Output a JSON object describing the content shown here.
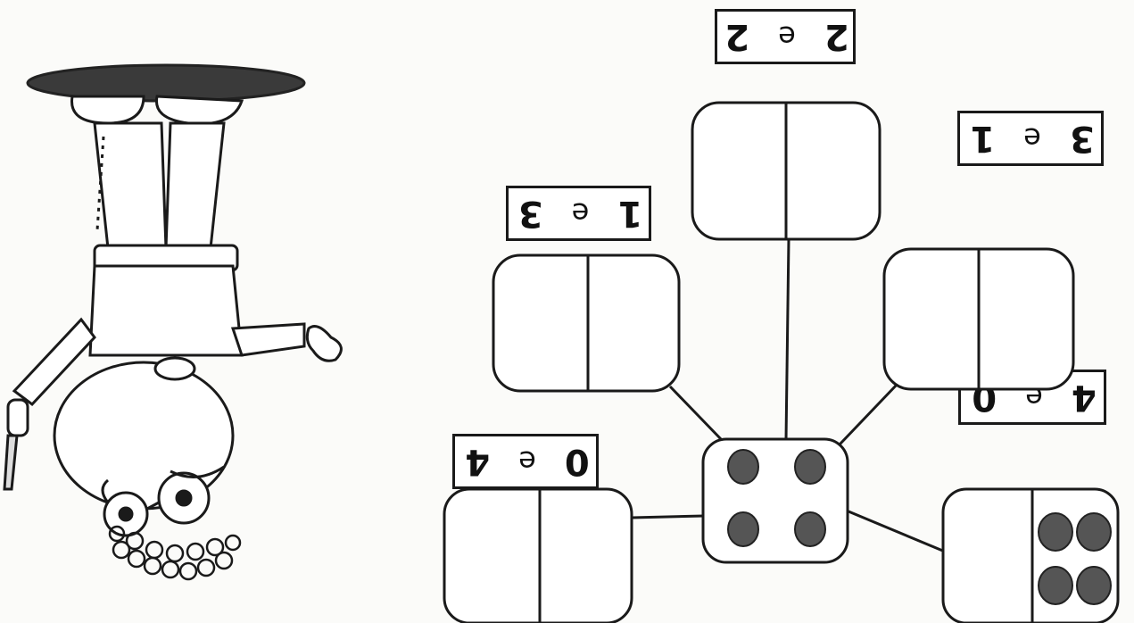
{
  "labels": [
    {
      "id": "4-0",
      "left": "4",
      "conj": "e",
      "right": "0"
    },
    {
      "id": "3-1",
      "left": "3",
      "conj": "e",
      "right": "1"
    },
    {
      "id": "2-2",
      "left": "2",
      "conj": "e",
      "right": "2"
    },
    {
      "id": "1-3",
      "left": "1",
      "conj": "e",
      "right": "3"
    },
    {
      "id": "0-4",
      "left": "0",
      "conj": "e",
      "right": "4"
    }
  ],
  "center_die": {
    "dots": 4
  },
  "example_domino": {
    "left_dots": 4,
    "right_dots": 0
  },
  "colors": {
    "ink": "#1a1a1a",
    "paper": "#fbfbf9",
    "dot": "#555555"
  },
  "orientation": "upside-down (rotated 180°)"
}
